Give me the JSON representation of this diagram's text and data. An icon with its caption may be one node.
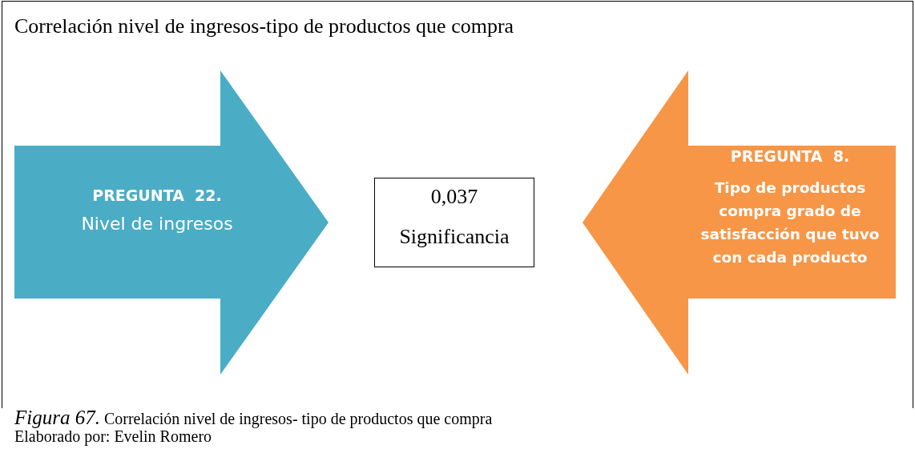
{
  "diagram": {
    "title": "Correlación nivel de ingresos-tipo de productos que compra",
    "caption": "*Figura 67.* Correlación nivel de ingresos- tipo de productos que compra",
    "nodes": [
      {
        "text": [
          "PREGUNTA  22.",
          "Nivel de ingresos"
        ]
      },
      {
        "text": [
          "0,037",
          "Significancia"
        ]
      },
      {
        "text": [
          "PREGUNTA  8.",
          "Tipo de productos compra grado de satisfacción que tuvo con cada producto"
        ]
      }
    ],
    "labels": [
      "Elaborado por: Evelin Romero"
    ]
  }
}
